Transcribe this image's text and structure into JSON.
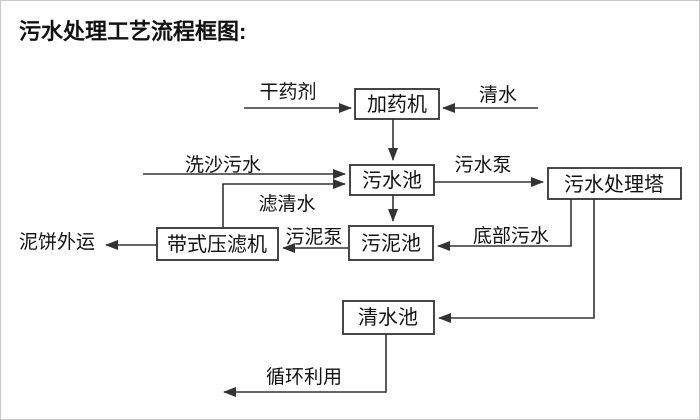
{
  "title": "污水处理工艺流程框图:",
  "colors": {
    "line": "#333333",
    "text": "#111111",
    "background": "#ffffff",
    "box_fill": "#ffffff"
  },
  "boxes": {
    "dosing_machine": {
      "label": "加药机"
    },
    "sewage_pool": {
      "label": "污水池"
    },
    "treatment_tower": {
      "label": "污水处理塔"
    },
    "sludge_pool": {
      "label": "污泥池"
    },
    "belt_filter_press": {
      "label": "带式压滤机"
    },
    "clean_water_pool": {
      "label": "清水池"
    }
  },
  "flow_labels": {
    "dry_chemical": "干药剂",
    "clean_water_in": "清水",
    "sand_washing_sewage": "洗沙污水",
    "filtered_water": "滤清水",
    "sewage_pump": "污水泵",
    "sludge_pump": "污泥泵",
    "bottom_sewage": "底部污水",
    "mud_cake_out": "泥饼外运",
    "recycle_use": "循环利用"
  },
  "connections": [
    {
      "from": "干药剂(外部)",
      "to": "加药机",
      "label": "干药剂"
    },
    {
      "from": "清水(外部)",
      "to": "加药机",
      "label": "清水"
    },
    {
      "from": "加药机",
      "to": "污水池",
      "label": ""
    },
    {
      "from": "洗沙污水(外部)",
      "to": "污水池",
      "label": "洗沙污水"
    },
    {
      "from": "带式压滤机",
      "to": "污水池",
      "label": "滤清水"
    },
    {
      "from": "污水池",
      "to": "污水处理塔",
      "label": "污水泵"
    },
    {
      "from": "污水池",
      "to": "污泥池",
      "label": ""
    },
    {
      "from": "污水处理塔",
      "to": "污泥池",
      "label": "底部污水"
    },
    {
      "from": "污泥池",
      "to": "带式压滤机",
      "label": "污泥泵"
    },
    {
      "from": "带式压滤机",
      "to": "泥饼外运(外部)",
      "label": "泥饼外运"
    },
    {
      "from": "污水处理塔",
      "to": "清水池",
      "label": ""
    },
    {
      "from": "清水池",
      "to": "循环利用(外部)",
      "label": "循环利用"
    }
  ]
}
